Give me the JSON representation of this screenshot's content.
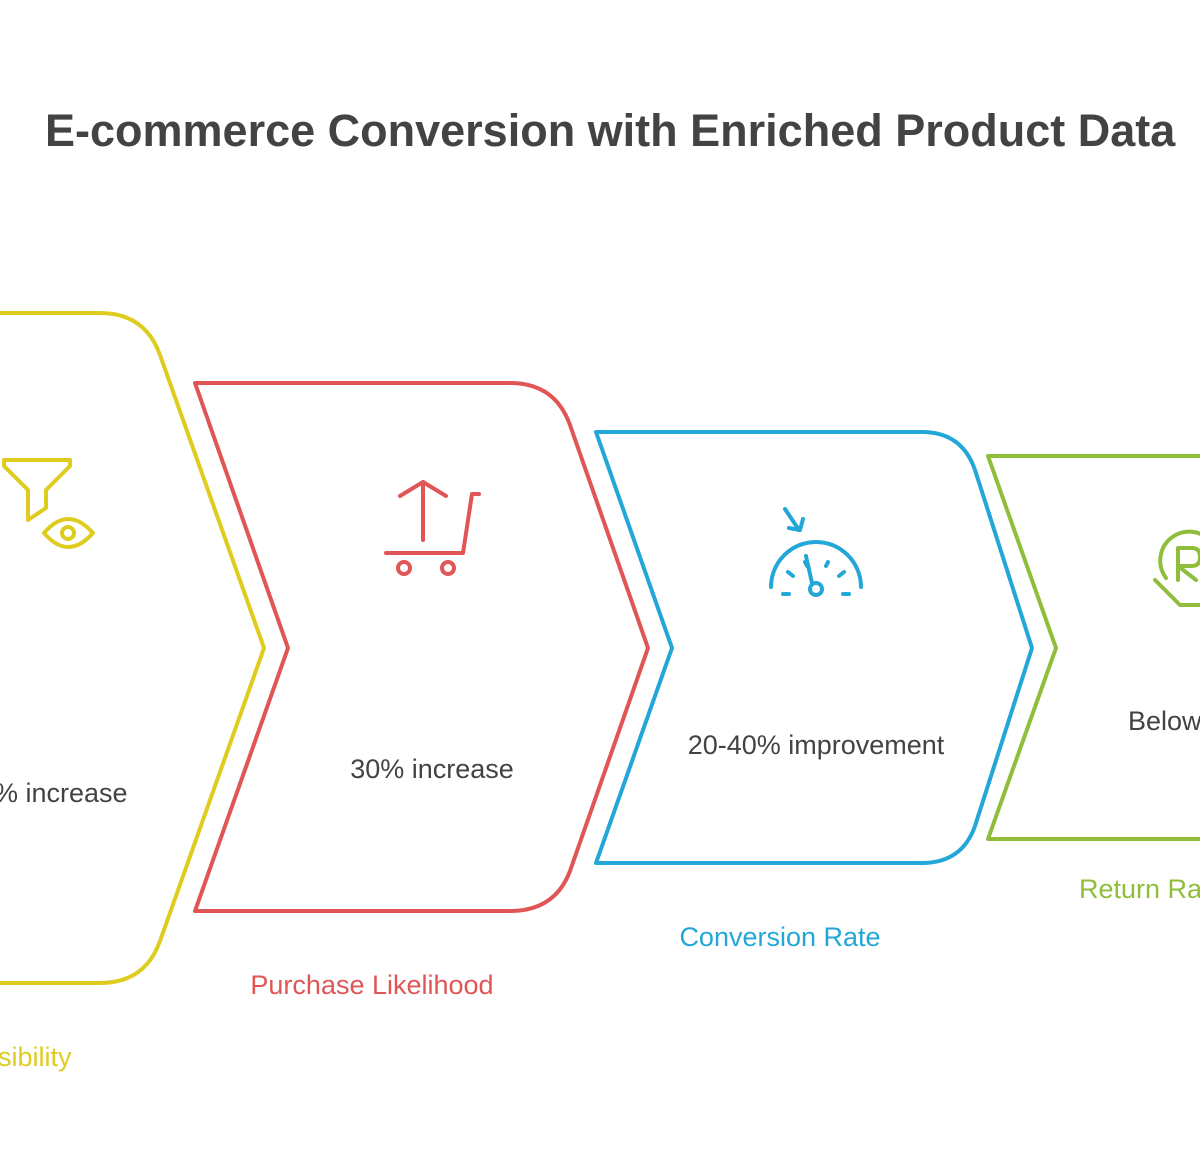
{
  "title": "E-commerce Conversion with Enriched Product Data",
  "steps": [
    {
      "id": "visibility",
      "stat": "% increase",
      "label": "sibility",
      "color": "#DECC1E",
      "icon": "funnel-eye-icon"
    },
    {
      "id": "purchase-likelihood",
      "stat": "30% increase",
      "label": "Purchase Likelihood",
      "color": "#E05555",
      "icon": "cart-arrow-up-icon"
    },
    {
      "id": "conversion-rate",
      "stat": "20-40% improvement",
      "label": "Conversion Rate",
      "color": "#22A7D8",
      "icon": "speedometer-icon"
    },
    {
      "id": "return-rate",
      "stat": "Below",
      "label": "Return Ra",
      "color": "#90BE3C",
      "icon": "return-badge-icon"
    }
  ]
}
